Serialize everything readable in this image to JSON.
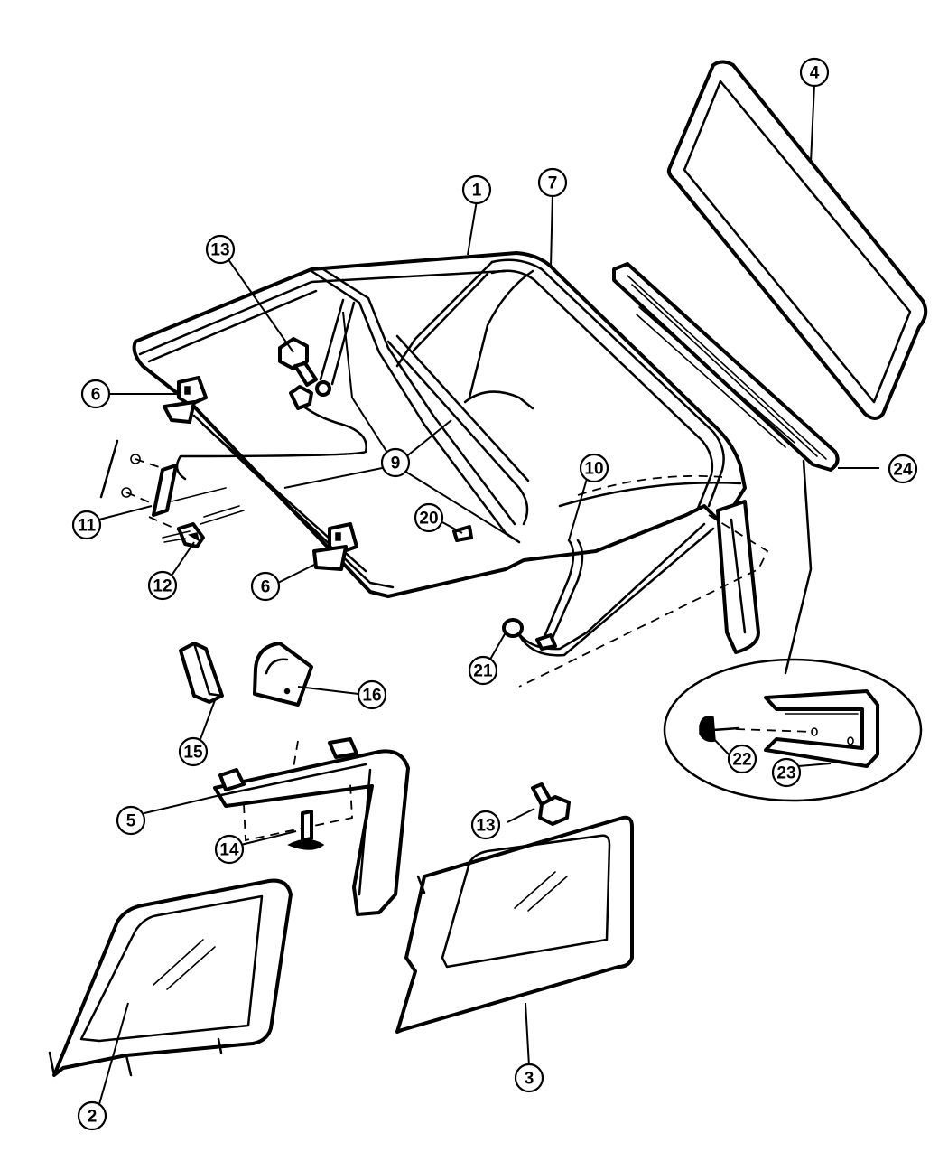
{
  "callouts": [
    {
      "id": "1",
      "label": "1"
    },
    {
      "id": "2",
      "label": "2"
    },
    {
      "id": "3",
      "label": "3"
    },
    {
      "id": "4",
      "label": "4"
    },
    {
      "id": "5",
      "label": "5"
    },
    {
      "id": "6a",
      "label": "6"
    },
    {
      "id": "6b",
      "label": "6"
    },
    {
      "id": "7",
      "label": "7"
    },
    {
      "id": "9",
      "label": "9"
    },
    {
      "id": "10",
      "label": "10"
    },
    {
      "id": "11",
      "label": "11"
    },
    {
      "id": "12",
      "label": "12"
    },
    {
      "id": "13a",
      "label": "13"
    },
    {
      "id": "13b",
      "label": "13"
    },
    {
      "id": "14",
      "label": "14"
    },
    {
      "id": "15",
      "label": "15"
    },
    {
      "id": "16",
      "label": "16"
    },
    {
      "id": "20",
      "label": "20"
    },
    {
      "id": "21",
      "label": "21"
    },
    {
      "id": "22",
      "label": "22"
    },
    {
      "id": "23",
      "label": "23"
    },
    {
      "id": "24",
      "label": "24"
    }
  ]
}
